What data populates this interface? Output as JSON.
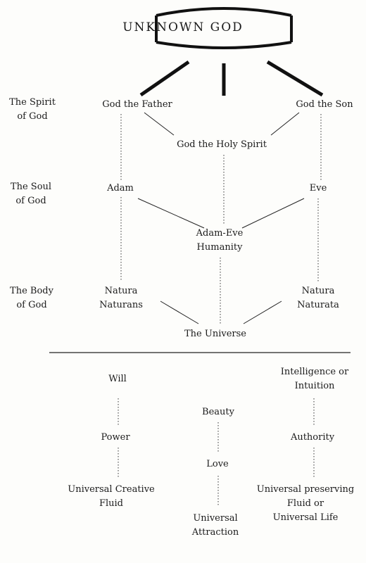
{
  "title": "UNKNOWN GOD",
  "rows": {
    "spirit": {
      "l1": "The Spirit",
      "l2": "of God"
    },
    "soul": {
      "l1": "The Soul",
      "l2": "of God"
    },
    "body": {
      "l1": "The Body",
      "l2": "of God"
    }
  },
  "nodes": {
    "father": "God the Father",
    "son": "God the Son",
    "holy_spirit": "God the Holy Spirit",
    "adam": "Adam",
    "eve": "Eve",
    "adam_eve": {
      "l1": "Adam-Eve",
      "l2": "Humanity"
    },
    "natura_naturans": {
      "l1": "Natura",
      "l2": "Naturans"
    },
    "natura_naturata": {
      "l1": "Natura",
      "l2": "Naturata"
    },
    "universe": "The Universe"
  },
  "lower": {
    "left": {
      "will": "Will",
      "power": "Power",
      "fluid": {
        "l1": "Universal Creative",
        "l2": "Fluid"
      }
    },
    "middle": {
      "beauty": "Beauty",
      "love": "Love",
      "attraction": {
        "l1": "Universal",
        "l2": "Attraction"
      }
    },
    "right": {
      "intel": {
        "l1": "Intelligence or",
        "l2": "Intuition"
      },
      "authority": "Authority",
      "preserve": {
        "l1": "Universal preserving",
        "l2": "Fluid or",
        "l3": "Universal Life"
      }
    }
  }
}
